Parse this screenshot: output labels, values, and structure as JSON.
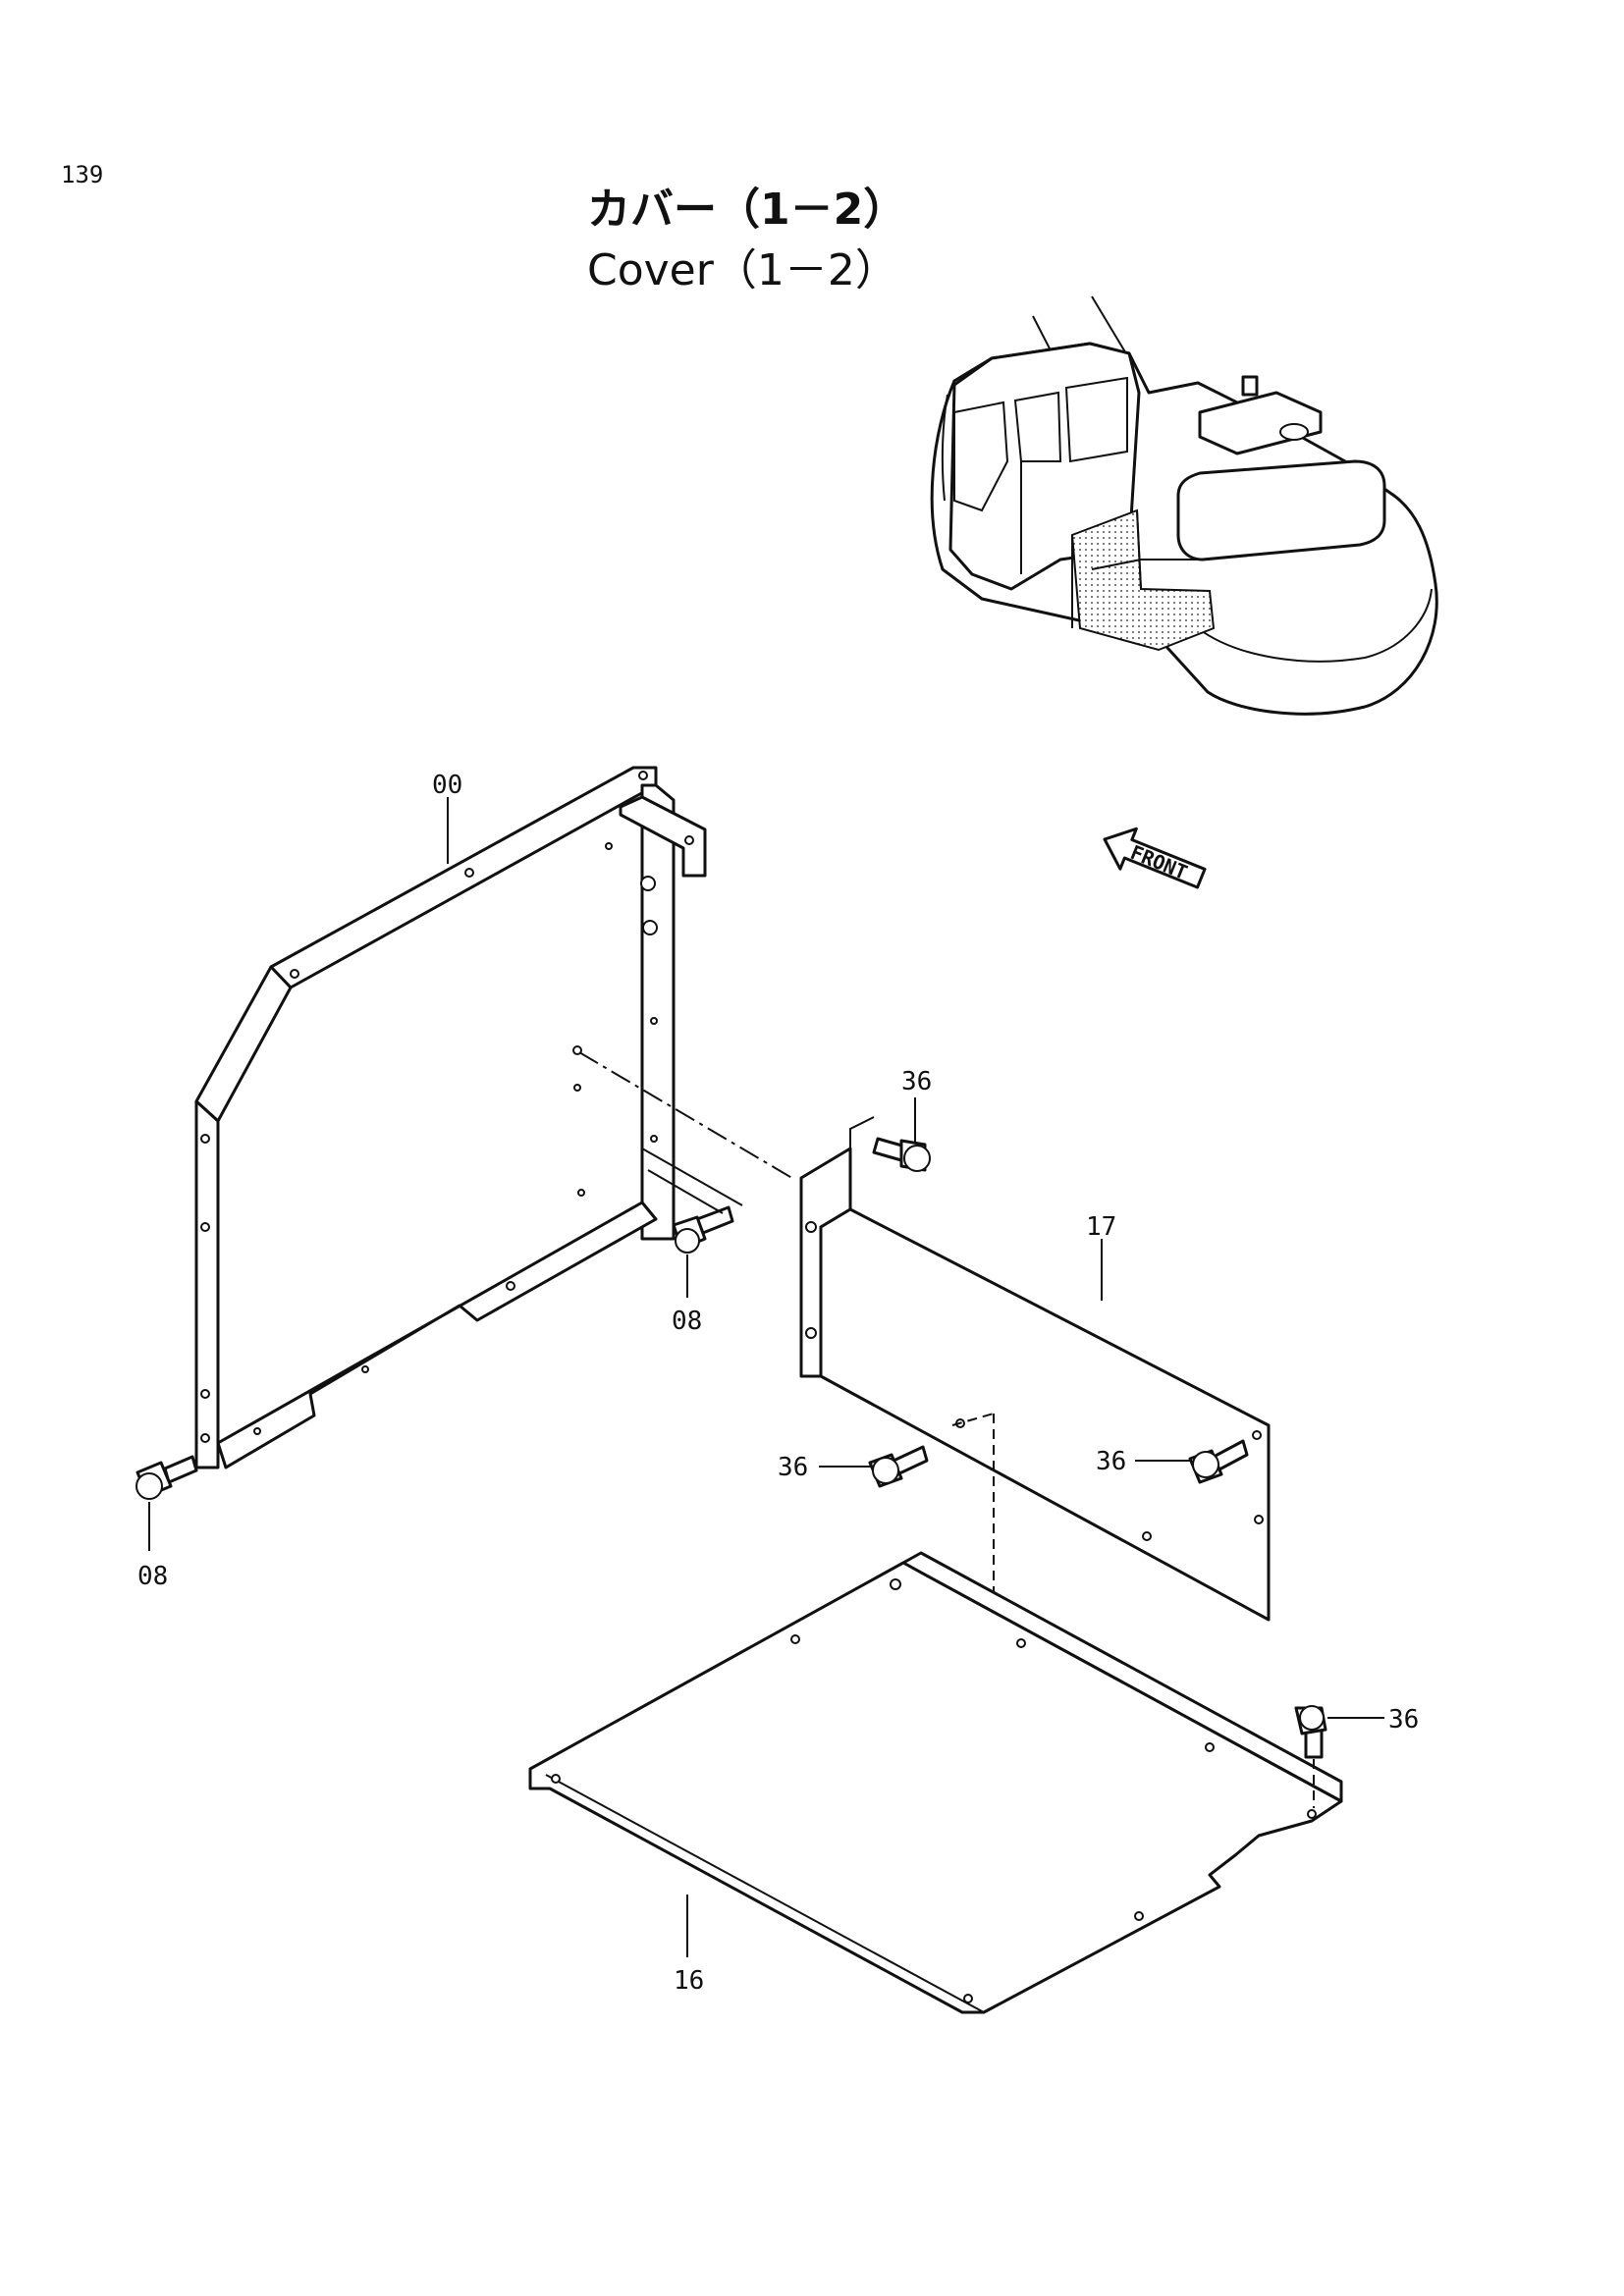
{
  "page": {
    "page_number": "139",
    "title_jp": "カバー（1－2）",
    "title_en": "Cover（1－2）"
  },
  "front_label": "FRONT",
  "callouts": {
    "frame": "00",
    "bolt_frame_inner": "08",
    "bolt_frame_outer": "08",
    "bolt_panel_top": "36",
    "panel": "17",
    "bolt_panel_left": "36",
    "bolt_panel_right": "36",
    "bolt_tray": "36",
    "tray": "16"
  }
}
